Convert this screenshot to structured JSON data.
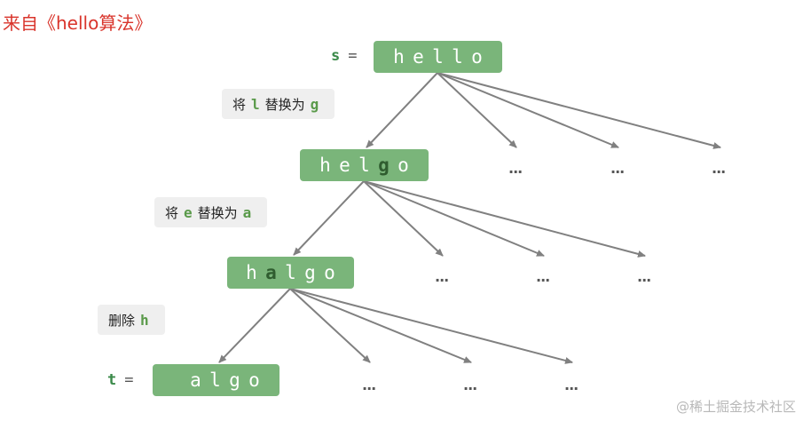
{
  "source_caption": "来自《hello算法》",
  "watermark": "@稀土掘金技术社区",
  "ellipsis": "...",
  "start": {
    "var": "s",
    "eq": "=",
    "chars": [
      "h",
      "e",
      "l",
      "l",
      "o"
    ]
  },
  "steps": [
    {
      "action": "将",
      "from": "l",
      "verb": "替换为",
      "to": "g",
      "result_chars": [
        "h",
        "e",
        "l",
        "g",
        "o"
      ],
      "highlight_index": 3
    },
    {
      "action": "将",
      "from": "e",
      "verb": "替换为",
      "to": "a",
      "result_chars": [
        "h",
        "a",
        "l",
        "g",
        "o"
      ],
      "highlight_index": 1
    },
    {
      "action": "删除",
      "from": "h",
      "verb": "",
      "to": "",
      "result_chars": [
        "a",
        "l",
        "g",
        "o"
      ],
      "highlight_index": -1
    }
  ],
  "target": {
    "var": "t",
    "eq": "="
  },
  "colors": {
    "node": "#7ab57a",
    "edge": "#808080",
    "caption": "#d9342b",
    "code": "#5a9a4a"
  }
}
